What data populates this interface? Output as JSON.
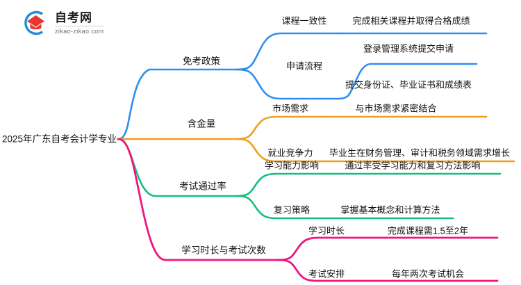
{
  "logo": {
    "name": "zikao-logo",
    "title": "自考网",
    "domain": "zikao-zikao.com"
  },
  "mindmap": {
    "root": "2025年广东自考会计学专业",
    "colors": {
      "blue": "#2f8ef4",
      "orange": "#f0a01d",
      "green": "#12c07a",
      "pink": "#f0157f"
    },
    "branches": [
      {
        "label": "免考政策",
        "color": "#2f8ef4",
        "children": [
          {
            "label": "课程一致性",
            "details": [
              "完成相关课程并取得合格成绩"
            ]
          },
          {
            "label": "申请流程",
            "details": [
              "登录管理系统提交申请",
              "提交身份证、毕业证书和成绩表"
            ]
          }
        ]
      },
      {
        "label": "含金量",
        "color": "#f0a01d",
        "children": [
          {
            "label": "市场需求",
            "details": [
              "与市场需求紧密结合"
            ]
          },
          {
            "label": "就业竞争力",
            "details": [
              "毕业生在财务管理、审计和税务领域需求增长"
            ]
          }
        ]
      },
      {
        "label": "考试通过率",
        "color": "#12c07a",
        "children": [
          {
            "label": "学习能力影响",
            "details": [
              "通过率受学习能力和复习方法影响"
            ]
          },
          {
            "label": "复习策略",
            "details": [
              "掌握基本概念和计算方法"
            ]
          }
        ]
      },
      {
        "label": "学习时长与考试次数",
        "color": "#f0157f",
        "children": [
          {
            "label": "学习时长",
            "details": [
              "完成课程需1.5至2年"
            ]
          },
          {
            "label": "考试安排",
            "details": [
              "每年两次考试机会"
            ]
          }
        ]
      }
    ]
  }
}
